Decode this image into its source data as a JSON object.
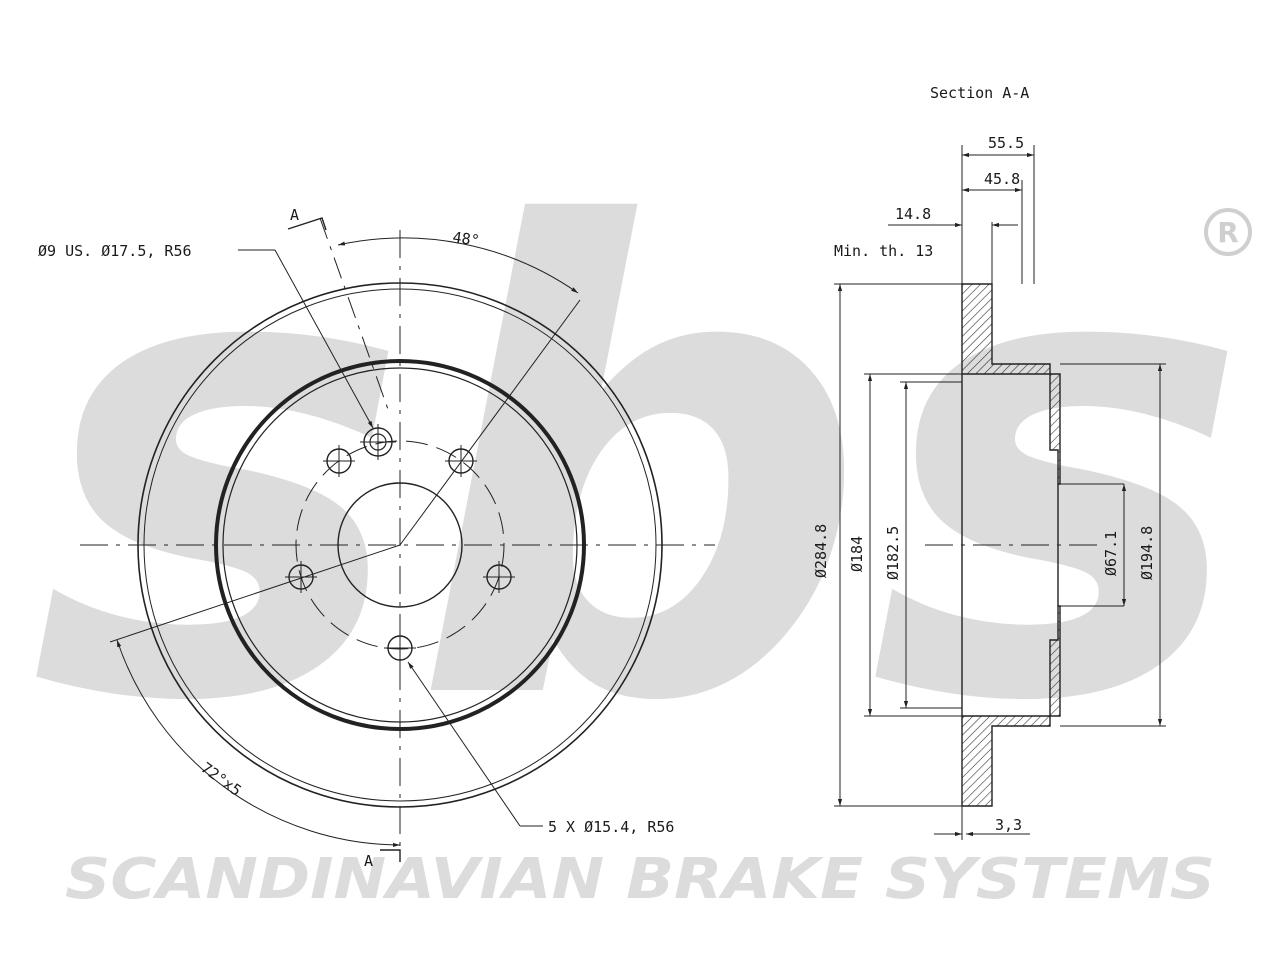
{
  "watermark": {
    "logo_text": "sbs",
    "registered_mark": "®",
    "company": "SCANDINAVIAN BRAKE SYSTEMS"
  },
  "section_label": "Section A-A",
  "front_view": {
    "bolt_hole_note": "Ø9 US. Ø17.5, R56",
    "wheel_hole_note": "5 X Ø15.4, R56",
    "angle_48": "48°",
    "angle_pattern": "72°x5",
    "section_mark_top": "A",
    "section_mark_bottom": "A"
  },
  "section_view": {
    "width_overall": "55.5",
    "width_hat": "45.8",
    "thickness": "14.8",
    "min_thickness": "Min. th. 13",
    "offset": "3,3",
    "dia_outer": "Ø284.8",
    "dia_184": "Ø184",
    "dia_182_5": "Ø182.5",
    "dia_center": "Ø67.1",
    "dia_194_8": "Ø194.8"
  },
  "colors": {
    "line": "#222222",
    "watermark": "#dcdcdc",
    "background": "#ffffff"
  }
}
